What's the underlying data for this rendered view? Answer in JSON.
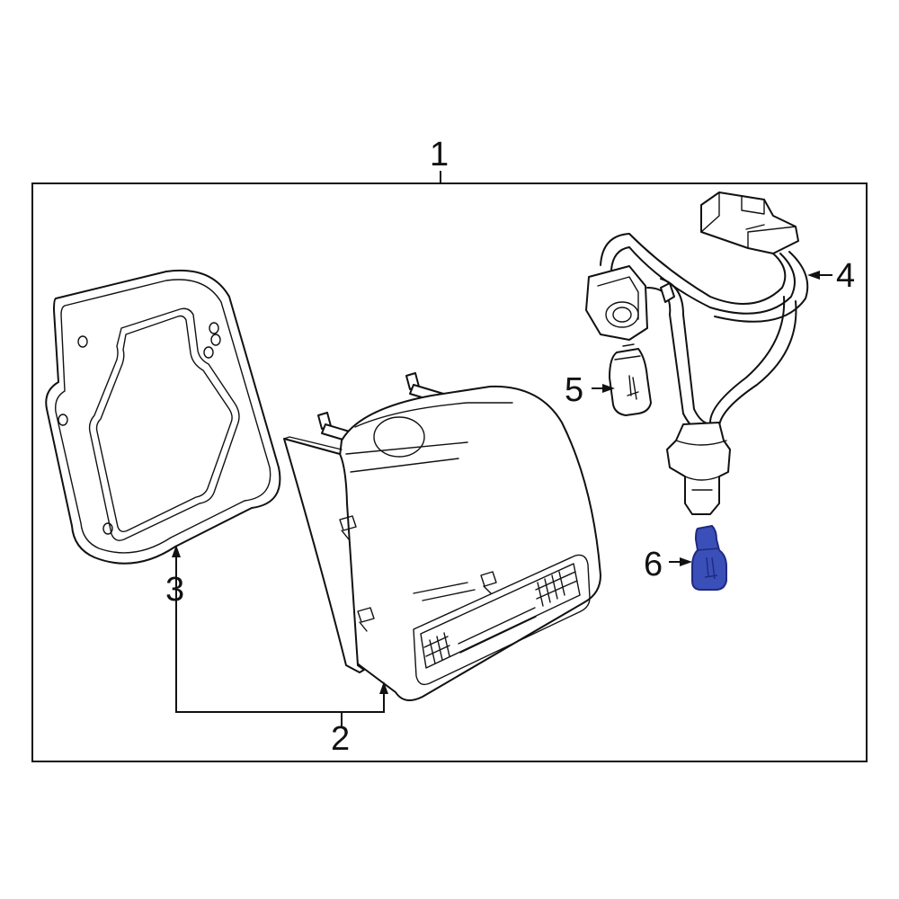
{
  "diagram": {
    "colors": {
      "line": "#111111",
      "background": "#ffffff",
      "highlight_fill": "#3b4fb8",
      "highlight_stroke": "#1f2a80"
    },
    "highlighted_part": "6",
    "callouts": [
      {
        "id": "c1",
        "text": "1",
        "part": "tail-lamp-assembly"
      },
      {
        "id": "c2",
        "text": "2",
        "part": "lamp-housing"
      },
      {
        "id": "c3",
        "text": "3",
        "part": "gasket"
      },
      {
        "id": "c4",
        "text": "4",
        "part": "socket-wiring-harness"
      },
      {
        "id": "c5",
        "text": "5",
        "part": "bulb"
      },
      {
        "id": "c6",
        "text": "6",
        "part": "bulb-highlighted"
      }
    ]
  }
}
